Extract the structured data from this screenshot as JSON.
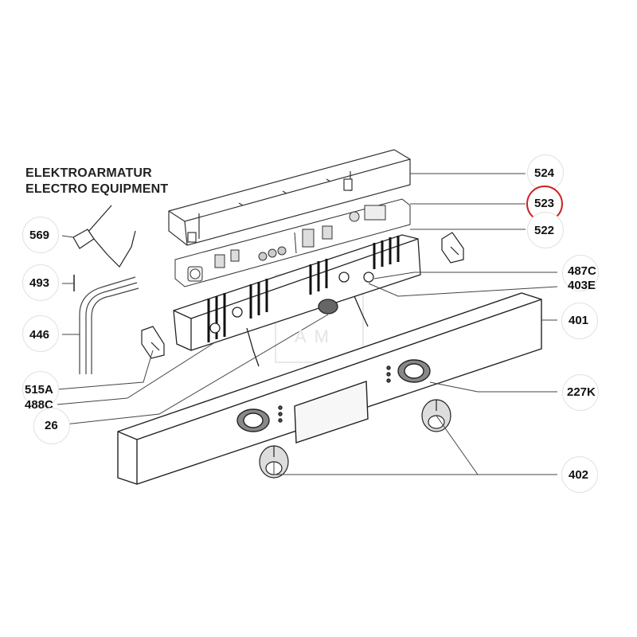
{
  "title": {
    "line1": "ELEKTROARMATUR",
    "line2": "ELECTRO EQUIPMENT"
  },
  "watermark": {
    "text": "AM"
  },
  "highlight_color": "#cc2222",
  "callouts": {
    "c524": "524",
    "c523": "523",
    "c522": "522",
    "c487c": "487C",
    "c403e": "403E",
    "c401": "401",
    "c227k": "227K",
    "c402": "402",
    "c569": "569",
    "c493": "493",
    "c446": "446",
    "c515a": "515A",
    "c488c": "488C",
    "c26": "26"
  },
  "highlighted_part": "523"
}
